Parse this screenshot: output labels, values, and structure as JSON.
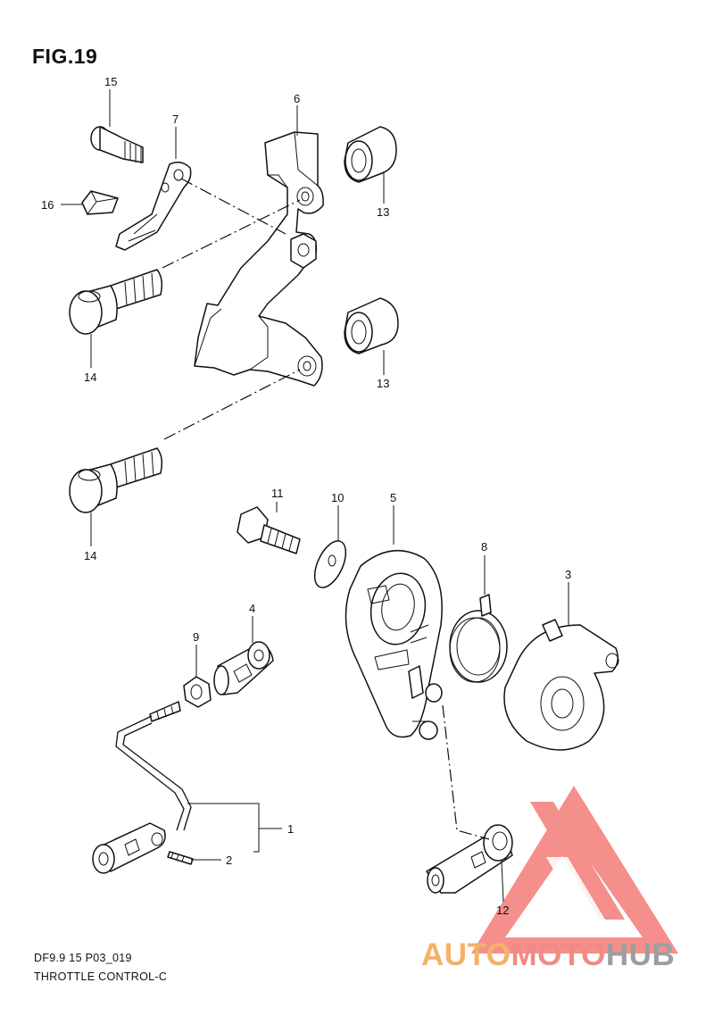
{
  "figure": {
    "title": "FIG.19"
  },
  "callouts": [
    {
      "id": "c1",
      "label": "1"
    },
    {
      "id": "c2",
      "label": "2"
    },
    {
      "id": "c3",
      "label": "3"
    },
    {
      "id": "c4",
      "label": "4"
    },
    {
      "id": "c5",
      "label": "5"
    },
    {
      "id": "c6",
      "label": "6"
    },
    {
      "id": "c7",
      "label": "7"
    },
    {
      "id": "c8",
      "label": "8"
    },
    {
      "id": "c9",
      "label": "9"
    },
    {
      "id": "c10",
      "label": "10"
    },
    {
      "id": "c11",
      "label": "11"
    },
    {
      "id": "c12",
      "label": "12"
    },
    {
      "id": "c13a",
      "label": "13"
    },
    {
      "id": "c13b",
      "label": "13"
    },
    {
      "id": "c14a",
      "label": "14"
    },
    {
      "id": "c14b",
      "label": "14"
    },
    {
      "id": "c15",
      "label": "15"
    },
    {
      "id": "c16",
      "label": "16"
    }
  ],
  "footer": {
    "code": "DF9.9 15 P03_019",
    "name": "THROTTLE CONTROL-C"
  },
  "watermark": {
    "part1": "AUTO",
    "part2": "MOTO",
    "part3": "HUB",
    "color_orange": "#f5b16a",
    "color_red": "#f08a86",
    "color_gray": "#9e9e9e",
    "logo_color": "#f37c78"
  }
}
